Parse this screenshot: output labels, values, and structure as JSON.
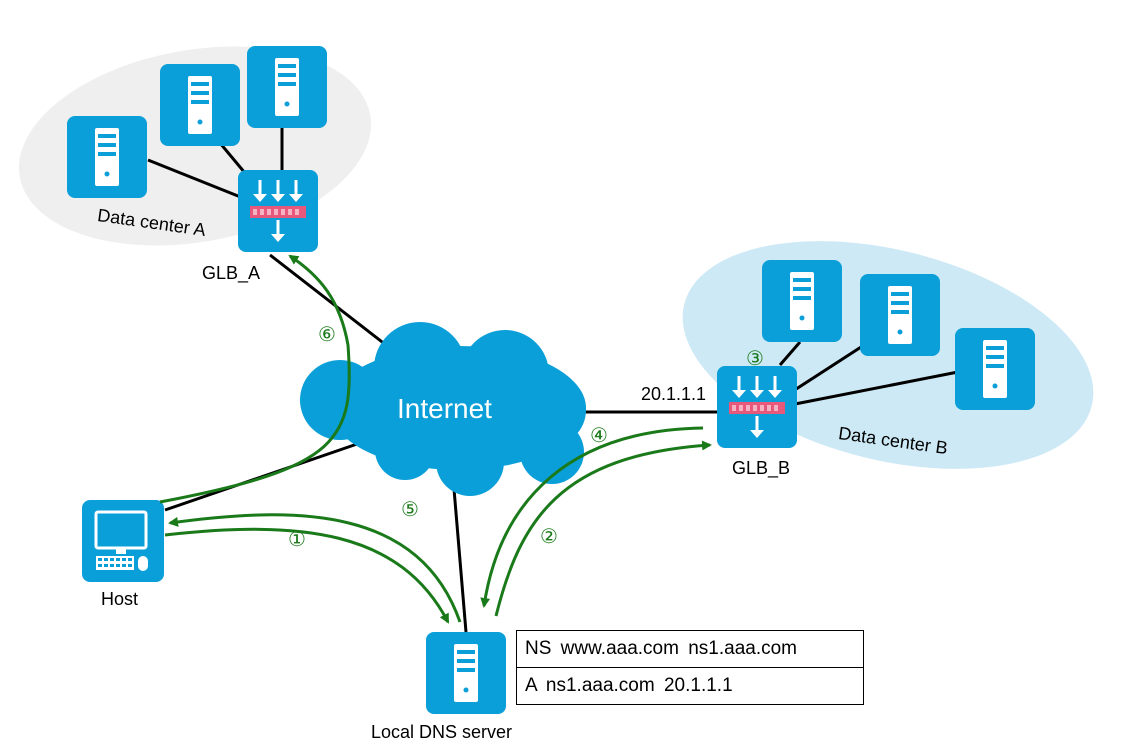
{
  "diagram": {
    "cloud_label": "Internet",
    "datacenters": {
      "a_label": "Data center A",
      "b_label": "Data center B"
    },
    "devices": {
      "glb_a": "GLB_A",
      "glb_b": "GLB_B",
      "host": "Host",
      "dns_server": "Local DNS server"
    },
    "ip_label": "20.1.1.1",
    "steps": [
      "①",
      "②",
      "③",
      "④",
      "⑤",
      "⑥"
    ],
    "dns_records": [
      "NS  www.aaa.com  ns1.aaa.com",
      "A  ns1.aaa.com  20.1.1.1"
    ],
    "colors": {
      "device_blue": "#0a9fd8",
      "flow_green": "#1a7a1a",
      "datacenter_a_bg": "#efefef",
      "datacenter_b_bg": "#cde9f5",
      "glb_bar": "#e8587a"
    }
  }
}
